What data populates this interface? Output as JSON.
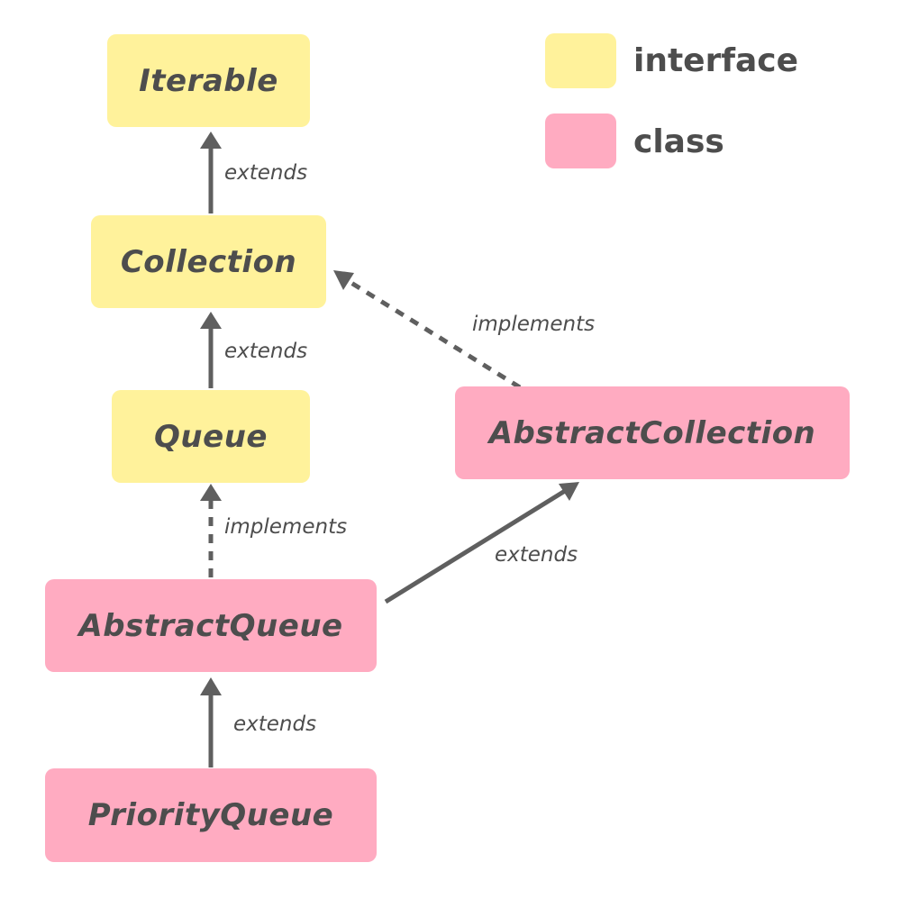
{
  "legend": {
    "interface_label": "interface",
    "class_label": "class",
    "interface_color": "#fff29b",
    "class_color": "#ffabc1"
  },
  "nodes": {
    "iterable": "Iterable",
    "collection": "Collection",
    "queue": "Queue",
    "abstract_collection": "AbstractCollection",
    "abstract_queue": "AbstractQueue",
    "priority_queue": "PriorityQueue"
  },
  "edges": {
    "collection_to_iterable": "extends",
    "queue_to_collection": "extends",
    "abstractqueue_to_queue": "implements",
    "priorityqueue_to_abstractqueue": "extends",
    "abstractcollection_to_collection": "implements",
    "abstractqueue_to_abstractcollection": "extends"
  },
  "colors": {
    "arrow": "#5f5f5f",
    "text": "#4d4d4d"
  }
}
